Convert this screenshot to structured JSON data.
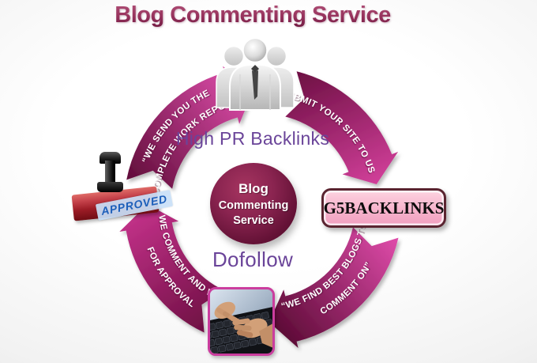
{
  "title": "Blog Commenting Service",
  "diagram": {
    "top_label": "High PR Backlinks",
    "bottom_label": "Dofollow",
    "center_circle": {
      "lines": [
        "Blog",
        "Commenting",
        "Service"
      ]
    },
    "arrows": [
      {
        "name": "send-report",
        "lines": [
          "“WE SEND YOU THE",
          "COMPLETE WORK REPORT”"
        ]
      },
      {
        "name": "submit-site",
        "lines": [
          "SUBMIT YOUR SITE TO US"
        ]
      },
      {
        "name": "find-blogs",
        "lines": [
          "“WE FIND BEST BLOGS TO",
          "COMMENT ON”"
        ]
      },
      {
        "name": "comment-wait",
        "lines": [
          "WE COMMENT AND WAIT",
          "FOR APPROVAL"
        ]
      }
    ],
    "brand_box_label": "G5BACKLINKS",
    "stamp_label": "APPROVED"
  },
  "icons": [
    "people-group-icon",
    "approved-stamp-icon",
    "typing-hands-icon"
  ],
  "colors": {
    "arrow_dark": "#5f0c38",
    "arrow_bright": "#e14fae",
    "title_color": "#8e2c58",
    "purple_label": "#6a4499",
    "center_circle": "#761a42",
    "brand_box_bg": "#f9bed3",
    "brand_box_border": "#5a2430",
    "approved_blue": "#1d5fba",
    "stamp_red": "#9c1c26"
  }
}
